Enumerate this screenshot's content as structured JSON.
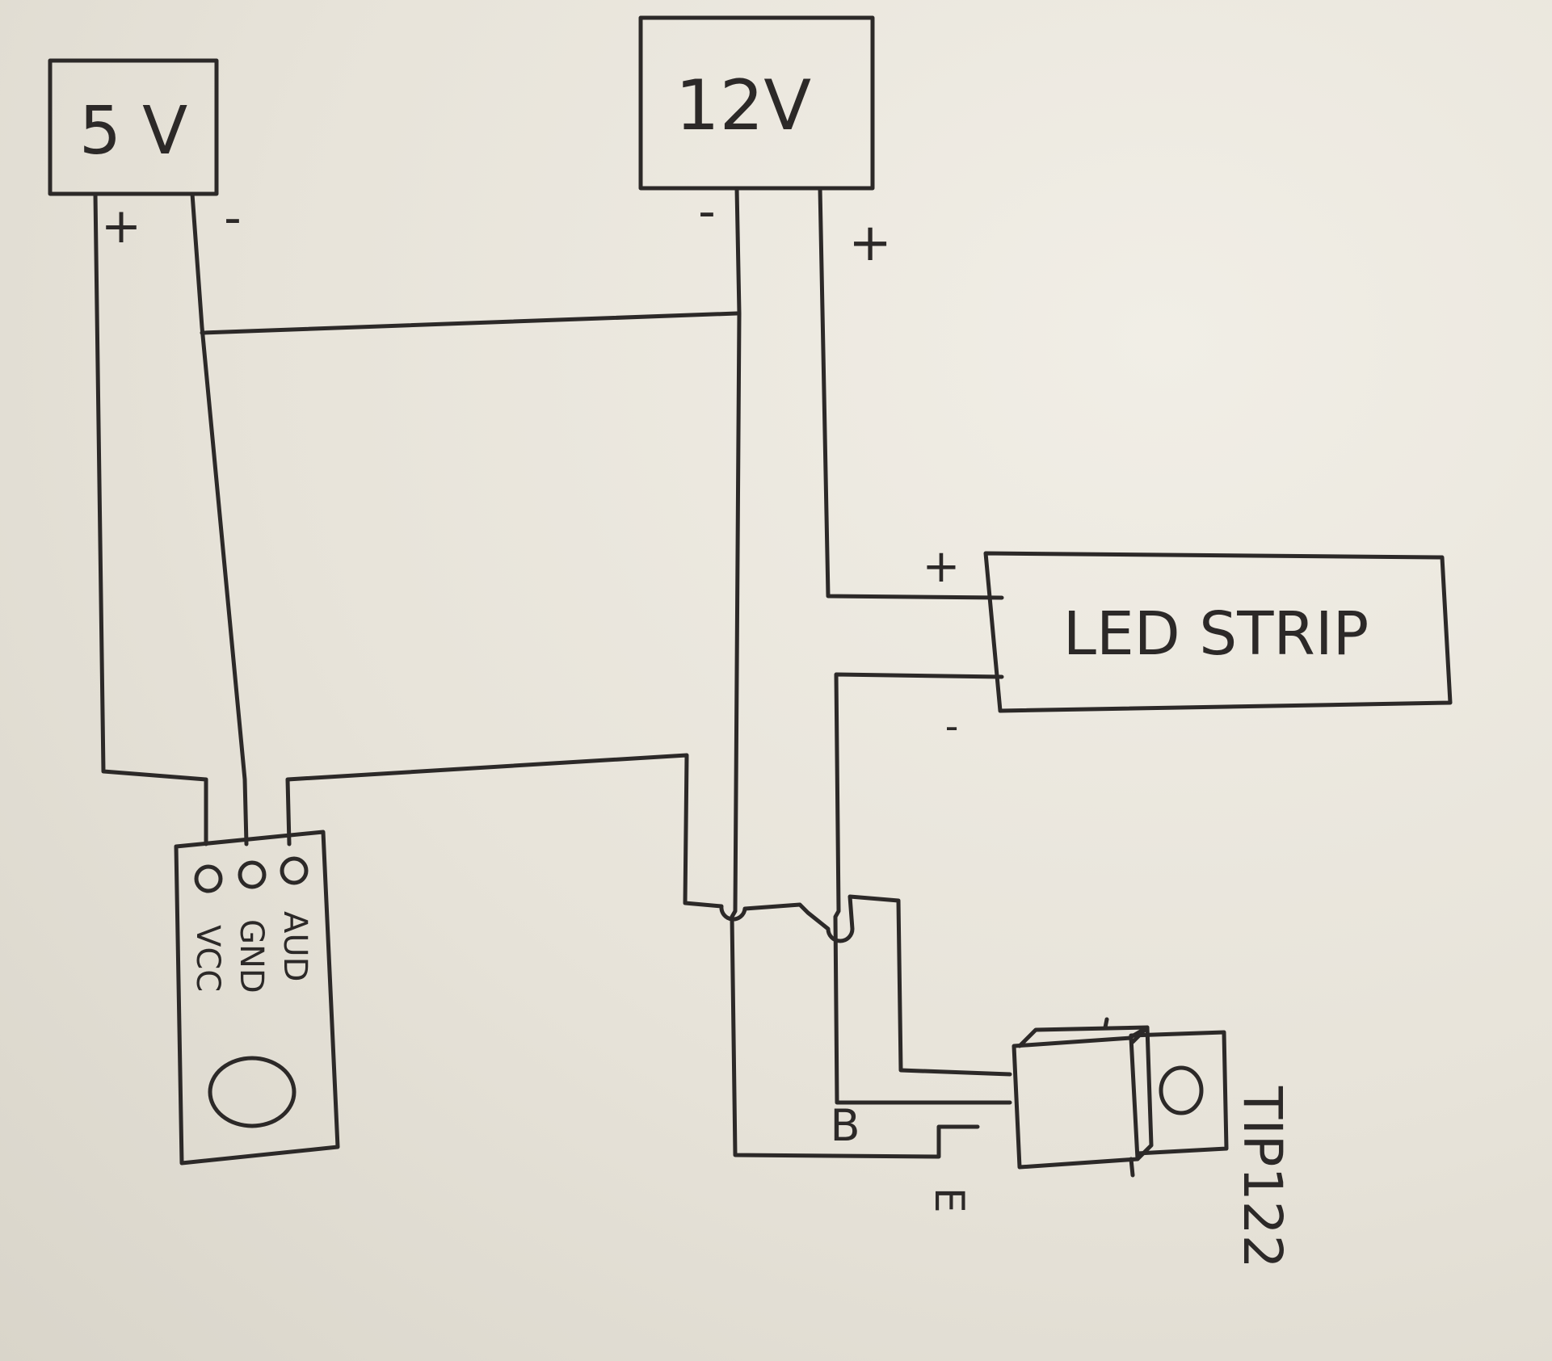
{
  "supplies": {
    "v5": {
      "label": "5 V",
      "plus": "+",
      "minus": "-"
    },
    "v12": {
      "label": "12V",
      "plus": "+",
      "minus": "-"
    }
  },
  "led_strip": {
    "label": "LED STRIP",
    "plus": "+",
    "minus": "-"
  },
  "sensor": {
    "pins": [
      "VCC",
      "GND",
      "AUD"
    ]
  },
  "transistor": {
    "name": "TIP122",
    "pin_b": "B",
    "pin_e": "E"
  }
}
